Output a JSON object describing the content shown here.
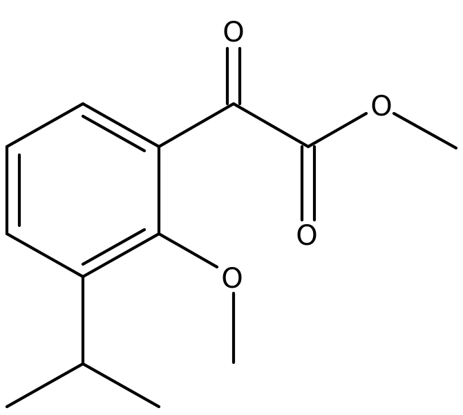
{
  "structure": {
    "atoms": {
      "ketone_oxygen": "O",
      "ester_ether_oxygen": "O",
      "ester_carbonyl_oxygen": "O",
      "methoxy_oxygen": "O"
    }
  },
  "colors": {
    "bond": "#000000",
    "background": "#ffffff"
  }
}
